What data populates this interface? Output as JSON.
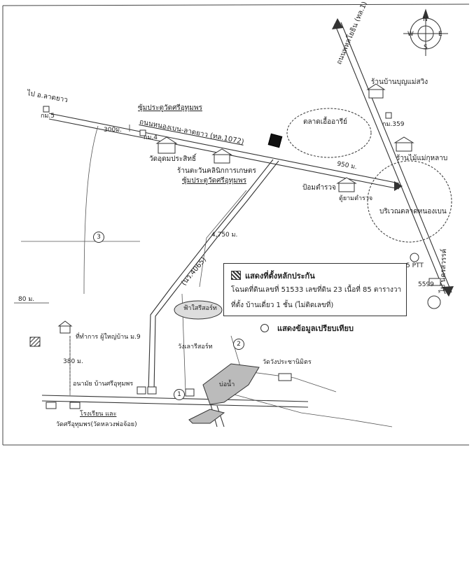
{
  "roads": {
    "to_lat_yao": "ไป อ.ลาดยาว",
    "km5": "กม.5",
    "km4": "กม.4",
    "km359": "กม.359",
    "main_road": "ถนนหนองเบน-ลาดยาว (ทล.1072)",
    "highway_1": "ถนนพหลโยธิน (ทล.1)",
    "road_4065": "(นว.4065)",
    "to_nakhon_sawan": "ไป นครสวรรค์"
  },
  "distances": {
    "d300": "300ม.",
    "d950": "950 ม.",
    "d4750": "4,750 ม.",
    "d80": "80 ม.",
    "d380": "380 ม."
  },
  "places": {
    "gate_top": "ซุ้มประตูวัดศรีอุทุมพร",
    "wat_udom": "วัดอุดมประสิทธิ์",
    "shop_clinic": "ร้านตะวันคลินิกการเกษตร",
    "gate_bottom": "ซุ้มประตูวัดศรีอุทุมพร",
    "market_private": "ตลาดเอื้ออารีย์",
    "shop_banbu": "ร้านบ้านบุญแม่สวิง",
    "shop_kulab": "ร้านไม้แม่กุหลาบ",
    "police": "ป้อมตำรวจ",
    "police_box": "ตู้ยามตำรวจ",
    "market_area": "บริเวณตลาดหนองเบน",
    "pha_sri": "ฟ้าใสรีสอร์ท",
    "wang_lee": "วังเลารีสอร์ท",
    "wat_pracha": "วัดวังประชานิมิตร",
    "headman_office": "ที่ทำการ ผู้ใหญ่บ้าน ม.9",
    "health_center": "อนามัย บ้านศรีอุทุมพร",
    "school": "โรงเรียน และ",
    "wat_sri": "วัดศรีอุทุมพร(วัดหลวงพ่อจ้อย)",
    "pond": "บ่อน้ำ",
    "ptt": "5 PTT",
    "station": "5599"
  },
  "markers": {
    "c1": "1",
    "c2": "2",
    "c3": "3"
  },
  "compass": {
    "n": "N",
    "e": "E",
    "w": "W",
    "s": "S"
  },
  "legend": {
    "title": "แสดงที่ตั้งหลักประกัน",
    "detail": "โฉนดที่ดินเลขที่ 51533 เลขที่ดิน 23 เนื้อที่ 85 ตารางวา",
    "building": "ที่ตั้ง  บ้านเดี่ยว 1 ชั้น (ไม่ติดเลขที่)",
    "compare": "แสดงข้อมูลเปรียบเทียบ"
  },
  "colors": {
    "ink": "#222222",
    "paper": "#ffffff"
  }
}
